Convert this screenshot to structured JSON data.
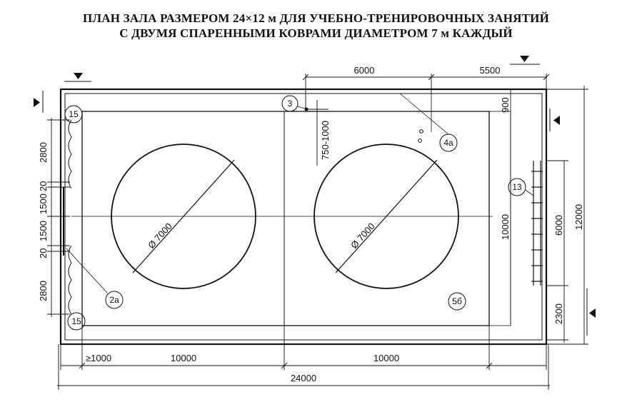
{
  "title": {
    "line1": "ПЛАН ЗАЛА РАЗМЕРОМ 24×12 м ДЛЯ УЧЕБНО-ТРЕНИРОВОЧНЫХ ЗАНЯТИЙ",
    "line2": "С ДВУМЯ СПАРЕННЫМИ КОВРАМИ ДИАМЕТРОМ 7 м КАЖДЫЙ"
  },
  "dimensions": {
    "top_left": "6000",
    "top_right": "5500",
    "top_gap": "900",
    "height_750": "750-1000",
    "left_2800_top": "2800",
    "left_20_top": "20",
    "left_1500_top": "1500",
    "left_1500_bottom": "1500",
    "left_20_bottom": "20",
    "left_2800_bottom": "2800",
    "right_10000": "10000",
    "right_6000": "6000",
    "right_12000": "12000",
    "right_2300": "2300",
    "bottom_min": "≥1000",
    "bottom_left_10000": "10000",
    "bottom_right_10000": "10000",
    "total": "24000"
  },
  "mats": {
    "left_diameter": "Ø 7000",
    "right_diameter": "Ø 7000"
  },
  "callouts": {
    "c15_top": "15",
    "c15_bottom": "15",
    "c3": "3",
    "c4a": "4а",
    "c13": "13",
    "c2a": "2а",
    "c5b": "5б"
  }
}
